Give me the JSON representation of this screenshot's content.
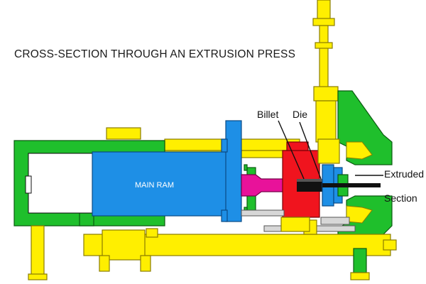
{
  "diagram": {
    "title": "CROSS-SECTION THROUGH AN EXTRUSION PRESS",
    "labels": {
      "billet": "Billet",
      "die": "Die",
      "extruded_line1": "Extruded",
      "extruded_line2": "Section",
      "main_ram": "MAIN RAM"
    },
    "colors": {
      "frame_yellow": "#ffef00",
      "frame_green": "#1fbf2c",
      "ram_blue": "#1e8fe6",
      "container_red": "#f0141e",
      "stem_magenta": "#e8129a",
      "outline_dark": "#111111"
    }
  }
}
